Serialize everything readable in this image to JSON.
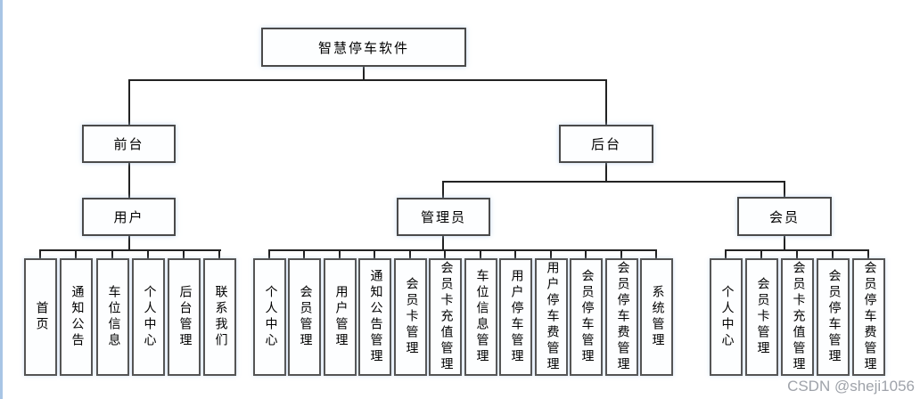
{
  "diagram": {
    "root": "智慧停车软件",
    "level2": {
      "frontend": "前台",
      "backend": "后台"
    },
    "level3": {
      "user": "用户",
      "admin": "管理员",
      "member": "会员"
    },
    "user_items": [
      "首页",
      "通知公告",
      "车位信息",
      "个人中心",
      "后台管理",
      "联系我们"
    ],
    "admin_items": [
      "个人中心",
      "会员管理",
      "用户管理",
      "通知公告管理",
      "会员卡管理",
      "会员卡充值管理",
      "车位信息管理",
      "用户停车管理",
      "用户停车费管理",
      "会员停车管理",
      "会员停车费管理",
      "系统管理"
    ],
    "member_items": [
      "个人中心",
      "会员卡管理",
      "会员卡充值管理",
      "会员停车管理",
      "会员停车费管理"
    ]
  },
  "watermark": "CSDN @sheji1056",
  "colors": {
    "connector": "#222222",
    "node_border": "#4a4a4a",
    "node_fill": "#fdfeff",
    "left_edge_accent": "#a8c5e5",
    "watermark_text": "#9fa3aa"
  }
}
